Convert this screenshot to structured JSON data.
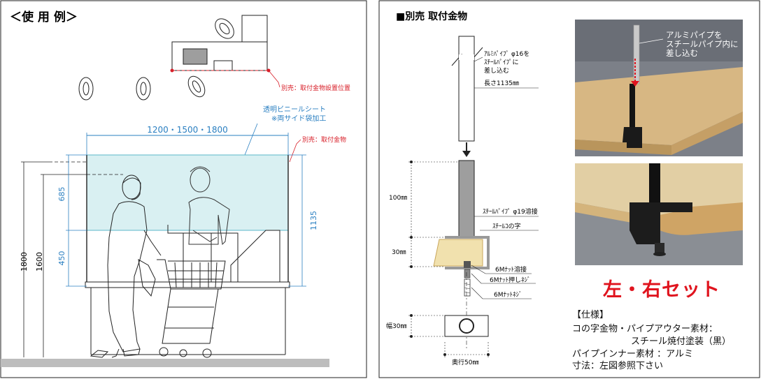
{
  "left_panel": {
    "title": "＜使 用 例＞",
    "label_install_position": "別売：取付金物設置位置",
    "label_vinyl_sheet": "透明ビニールシート",
    "label_vinyl_note": "※両サイド袋加工",
    "label_bracket": "別売：取付金物",
    "width_options": "1200・1500・1800",
    "dim_685": "685",
    "dim_450": "450",
    "dim_1135": "1135",
    "dim_1800": "1800",
    "dim_1600": "1600"
  },
  "right_panel": {
    "title": "■別売 取付金物",
    "diagram": {
      "label_alu_pipe_1": "ｱﾙﾐﾊﾟｲﾌﾟ φ16を",
      "label_alu_pipe_2": "ｽﾁｰﾙﾊﾟｲﾌﾟに",
      "label_alu_pipe_3": "差し込む",
      "label_length": "長さ1135㎜",
      "label_steel_pipe": "ｽﾁｰﾙﾊﾟｲﾌﾟ φ19溶接",
      "label_channel": "ｽﾁｰﾙｺの字",
      "label_nut_weld": "6Mﾅｯﾄ溶接",
      "label_push_screw": "6Mﾅｯﾄ押しﾈｼﾞ",
      "label_nut_screw": "6Mﾅｯﾄﾈｼﾞ",
      "dim_100": "100㎜",
      "dim_30": "30㎜",
      "dim_width30": "幅30㎜",
      "dim_depth50": "奥行50㎜"
    },
    "photo_caption_1": "アルミパイプを",
    "photo_caption_2": "スチールパイプ内に",
    "photo_caption_3": "差し込む",
    "set_label": "左・右セット",
    "spec": {
      "heading": "【仕様】",
      "line1": "コの字金物・パイプアウター素材：",
      "line2": "スチール焼付塗装（黒）",
      "line3": "パイプインナー素材 ：アルミ",
      "line4": "寸法：左図参照下さい"
    }
  }
}
